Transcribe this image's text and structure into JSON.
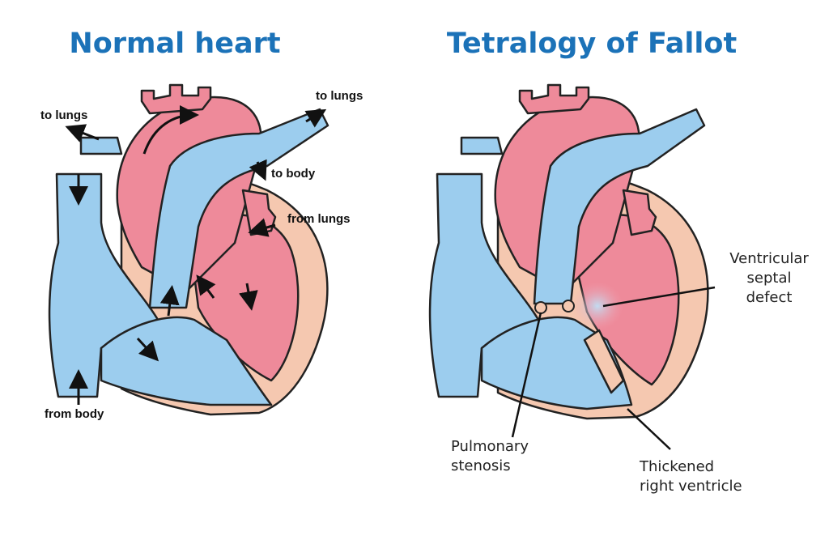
{
  "normal": {
    "title": "Normal heart",
    "labels": {
      "to_lungs_left": "to lungs",
      "to_lungs_right": "to lungs",
      "to_body": "to body",
      "from_lungs": "from lungs",
      "from_body": "from body"
    }
  },
  "tof": {
    "title": "Tetralogy of Fallot",
    "labels": {
      "vsd_1": "Ventricular",
      "vsd_2": "septal",
      "vsd_3": "defect",
      "ps_1": "Pulmonary",
      "ps_2": "stenosis",
      "trv_1": "Thickened",
      "trv_2": "right ventricle"
    }
  },
  "colors": {
    "title": "#1b72b8",
    "oxygenated": "#ee8a9a",
    "deoxygenated": "#9ccdee",
    "muscle": "#f5c8b0",
    "outline": "#222222"
  }
}
